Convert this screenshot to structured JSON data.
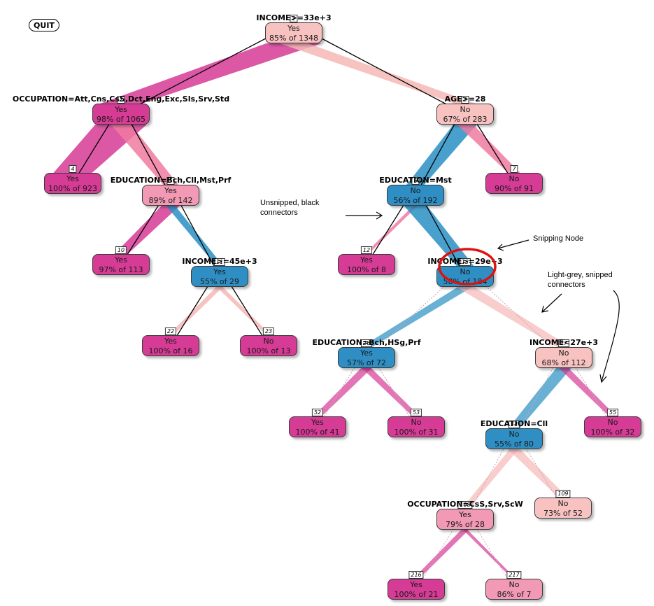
{
  "quit_label": "QUIT",
  "colors": {
    "yes_dark": "#d63b95",
    "yes_light": "#f29ab5",
    "no_light": "#f7c2c0",
    "no_dark": "#2f8fc4",
    "band_magenta": "#d63b95",
    "band_pink": "#f07aa0",
    "band_lightpink": "#f5b8b6",
    "band_blue": "#2a8fc3",
    "annotation_circle": "#e01010"
  },
  "nodes": [
    {
      "id": "1",
      "label": "Yes",
      "stat": "85% of 1348",
      "split": "INCOME>=33e+3",
      "fill": "no_light"
    },
    {
      "id": "2",
      "label": "Yes",
      "stat": "98% of 1065",
      "split": "OCCUPATION=Att,Cns,CsS,Dct,Eng,Exc,Sls,Srv,Std",
      "fill": "yes_dark"
    },
    {
      "id": "3",
      "label": "No",
      "stat": "67% of 283",
      "split": "AGE>=28",
      "fill": "no_light"
    },
    {
      "id": "4",
      "label": "Yes",
      "stat": "100% of 923",
      "split": "",
      "fill": "yes_dark"
    },
    {
      "id": "5",
      "label": "Yes",
      "stat": "89% of 142",
      "split": "EDUCATION=Bch,Cll,Mst,Prf",
      "fill": "yes_light"
    },
    {
      "id": "6",
      "label": "No",
      "stat": "56% of 192",
      "split": "EDUCATION=Mst",
      "fill": "no_dark"
    },
    {
      "id": "7",
      "label": "No",
      "stat": "90% of 91",
      "split": "",
      "fill": "yes_dark"
    },
    {
      "id": "10",
      "label": "Yes",
      "stat": "97% of 113",
      "split": "",
      "fill": "yes_dark"
    },
    {
      "id": "11",
      "label": "Yes",
      "stat": "55% of 29",
      "split": "INCOME>=45e+3",
      "fill": "no_dark"
    },
    {
      "id": "12",
      "label": "Yes",
      "stat": "100% of 8",
      "split": "",
      "fill": "yes_dark"
    },
    {
      "id": "13",
      "label": "No",
      "stat": "58% of 184",
      "split": "INCOME>=29e+3",
      "fill": "no_dark"
    },
    {
      "id": "22",
      "label": "Yes",
      "stat": "100% of 16",
      "split": "",
      "fill": "yes_dark"
    },
    {
      "id": "23",
      "label": "No",
      "stat": "100% of 13",
      "split": "",
      "fill": "yes_dark"
    },
    {
      "id": "26",
      "label": "Yes",
      "stat": "57% of 72",
      "split": "EDUCATION=Bch,HSg,Prf",
      "fill": "no_dark"
    },
    {
      "id": "27",
      "label": "No",
      "stat": "68% of 112",
      "split": "INCOME<27e+3",
      "fill": "no_light"
    },
    {
      "id": "52",
      "label": "Yes",
      "stat": "100% of 41",
      "split": "",
      "fill": "yes_dark"
    },
    {
      "id": "53",
      "label": "No",
      "stat": "100% of 31",
      "split": "",
      "fill": "yes_dark"
    },
    {
      "id": "54",
      "label": "No",
      "stat": "55% of 80",
      "split": "EDUCATION=Cll",
      "fill": "no_dark"
    },
    {
      "id": "55",
      "label": "No",
      "stat": "100% of 32",
      "split": "",
      "fill": "yes_dark"
    },
    {
      "id": "108",
      "label": "Yes",
      "stat": "79% of 28",
      "split": "OCCUPATION=CsS,Srv,ScW",
      "fill": "yes_light"
    },
    {
      "id": "109",
      "label": "No",
      "stat": "73% of 52",
      "split": "",
      "fill": "no_light"
    },
    {
      "id": "216",
      "label": "Yes",
      "stat": "100% of 21",
      "split": "",
      "fill": "yes_dark"
    },
    {
      "id": "217",
      "label": "No",
      "stat": "86% of 7",
      "split": "",
      "fill": "yes_light"
    }
  ],
  "edges": [
    {
      "from": "1",
      "to": "2",
      "band": "band_magenta",
      "style": "black"
    },
    {
      "from": "1",
      "to": "3",
      "band": "band_lightpink",
      "style": "black"
    },
    {
      "from": "2",
      "to": "4",
      "band": "band_magenta",
      "style": "black"
    },
    {
      "from": "2",
      "to": "5",
      "band": "band_pink",
      "style": "black"
    },
    {
      "from": "3",
      "to": "6",
      "band": "band_blue",
      "style": "black"
    },
    {
      "from": "3",
      "to": "7",
      "band": "band_pink",
      "style": "black"
    },
    {
      "from": "5",
      "to": "10",
      "band": "band_magenta",
      "style": "black"
    },
    {
      "from": "5",
      "to": "11",
      "band": "band_blue",
      "style": "black"
    },
    {
      "from": "6",
      "to": "12",
      "band": "band_pink",
      "style": "black"
    },
    {
      "from": "6",
      "to": "13",
      "band": "band_blue",
      "style": "black"
    },
    {
      "from": "11",
      "to": "22",
      "band": "band_lightpink",
      "style": "black"
    },
    {
      "from": "11",
      "to": "23",
      "band": "band_lightpink",
      "style": "black"
    },
    {
      "from": "13",
      "to": "26",
      "band": "band_blue",
      "style": "snipped"
    },
    {
      "from": "13",
      "to": "27",
      "band": "band_lightpink",
      "style": "snipped"
    },
    {
      "from": "26",
      "to": "52",
      "band": "band_magenta",
      "style": "snipped"
    },
    {
      "from": "26",
      "to": "53",
      "band": "band_magenta",
      "style": "snipped"
    },
    {
      "from": "27",
      "to": "54",
      "band": "band_blue",
      "style": "snipped"
    },
    {
      "from": "27",
      "to": "55",
      "band": "band_magenta",
      "style": "snipped"
    },
    {
      "from": "54",
      "to": "108",
      "band": "band_lightpink",
      "style": "snipped"
    },
    {
      "from": "54",
      "to": "109",
      "band": "band_lightpink",
      "style": "snipped"
    },
    {
      "from": "108",
      "to": "216",
      "band": "band_magenta",
      "style": "snipped"
    },
    {
      "from": "108",
      "to": "217",
      "band": "band_magenta",
      "style": "snipped"
    }
  ],
  "annotations": {
    "unsnipped": "Unsnipped, black\nconnectors",
    "snipping_node": "Snipping Node",
    "snipped": "Light-grey, snipped\nconnectors"
  }
}
